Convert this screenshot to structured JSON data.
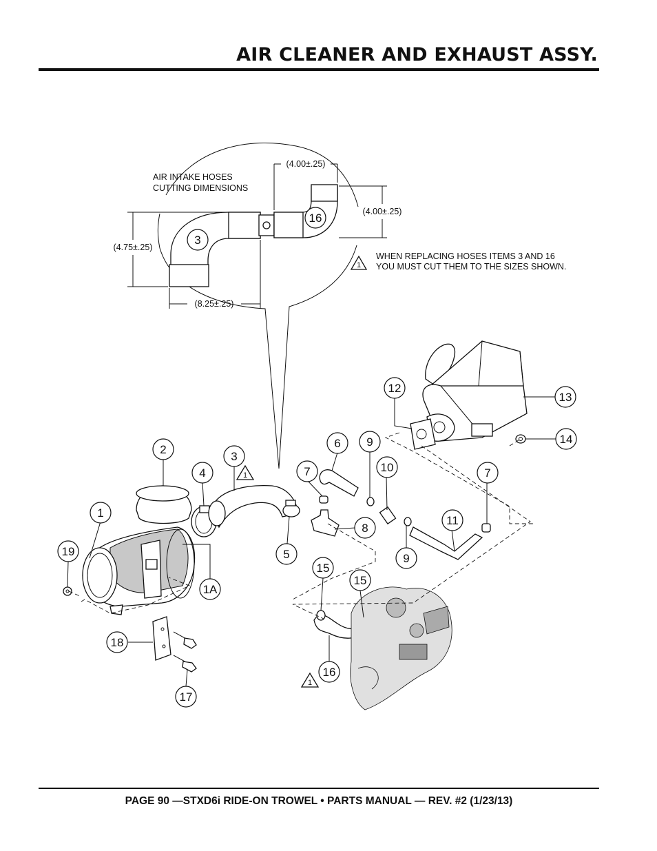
{
  "header": {
    "title": "AIR CLEANER AND EXHAUST ASSY."
  },
  "inset": {
    "heading_line1": "AIR INTAKE HOSES",
    "heading_line2": "CUTTING DIMENSIONS",
    "dim_top": "(4.00±.25)",
    "dim_right": "(4.00±.25)",
    "dim_left": "(4.75±.25)",
    "dim_bottom": "(8.25±.25)",
    "note_marker": "1",
    "note_line1": "WHEN REPLACING HOSES ITEMS 3 AND 16",
    "note_line2": "YOU MUST CUT THEM TO THE SIZES SHOWN.",
    "callout_3": "3",
    "callout_16": "16"
  },
  "callouts": {
    "c1": "1",
    "c1a": "1A",
    "c2": "2",
    "c3": "3",
    "c4": "4",
    "c5": "5",
    "c6": "6",
    "c7a": "7",
    "c7b": "7",
    "c8": "8",
    "c9a": "9",
    "c9b": "9",
    "c10": "10",
    "c11": "11",
    "c12": "12",
    "c13": "13",
    "c14": "14",
    "c15a": "15",
    "c15b": "15",
    "c16": "16",
    "c17": "17",
    "c18": "18",
    "c19": "19"
  },
  "warning_markers": {
    "w1": "1",
    "w2": "1"
  },
  "footer": {
    "text": "PAGE 90 —STXD6i RIDE-ON TROWEL • PARTS MANUAL — REV. #2 (1/23/13)"
  }
}
